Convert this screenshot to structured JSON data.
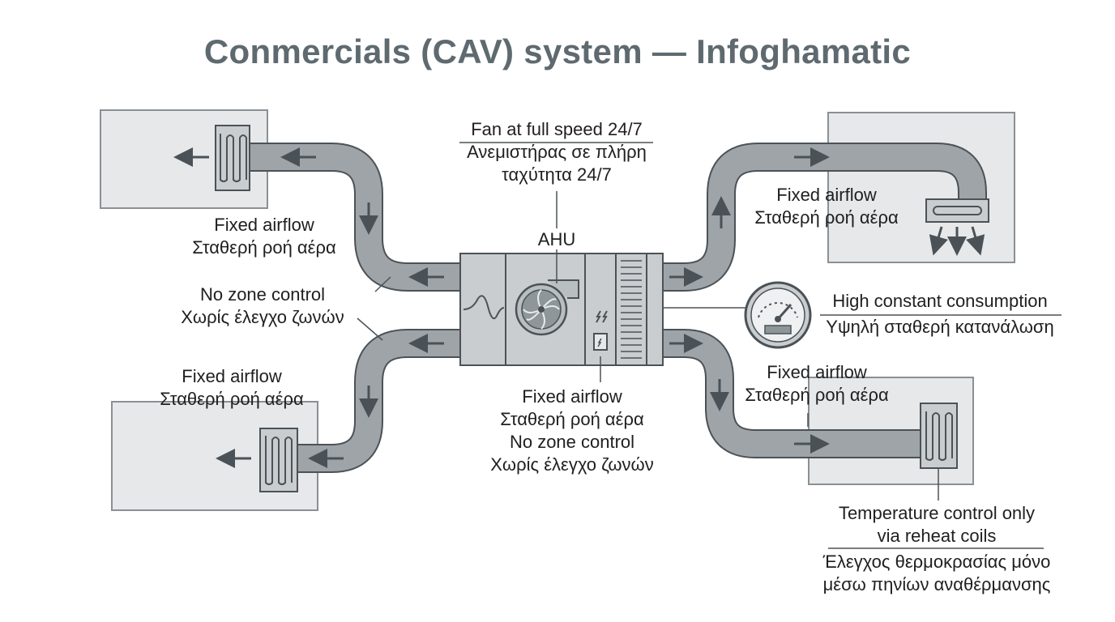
{
  "title": "Conmercials (CAV) system — Infoghamatic",
  "ahu": {
    "label": "AHU",
    "fan_note_en": "Fan at full speed 24/7",
    "fan_note_gr_1": "Ανεμιστήρας σε πλήρη",
    "fan_note_gr_2": "ταχύτητα 24/7"
  },
  "center_bottom": {
    "line1": "Fixed airflow",
    "line2": "Σταθερή ροή αέρα",
    "line3": "No zone control",
    "line4": "Χωρίς έλεγχο ζωνών"
  },
  "top_left": {
    "line1": "Fixed airflow",
    "line2": "Σταθερή ροή αέρα"
  },
  "left_middle": {
    "line1": "No zone control",
    "line2": "Χωρίς έλεγχο ζωνών"
  },
  "bottom_left": {
    "line1": "Fixed airflow",
    "line2": "Σταθερή ροή αέρα"
  },
  "top_right": {
    "line1": "Fixed airflow",
    "line2": "Σταθερή ροή αέρα"
  },
  "bottom_right": {
    "line1": "Fixed airflow",
    "line2": "Σταθερή ροή αέρα"
  },
  "gauge": {
    "line1": "High constant consumption",
    "line2": "Υψηλή σταθερή κατανάλωση"
  },
  "reheat": {
    "line1": "Temperature control only",
    "line2": "via reheat coils",
    "line3": "Έλεγχος θερμοκρασίας μόνο",
    "line4": "μέσω πηνίων αναθέρμανσης"
  },
  "colors": {
    "duct": "#9ea4a8",
    "duct_edge": "#4b5257",
    "room": "#e6e8e9",
    "ahu_body": "#c9cdd0",
    "title": "#5f6a70"
  }
}
